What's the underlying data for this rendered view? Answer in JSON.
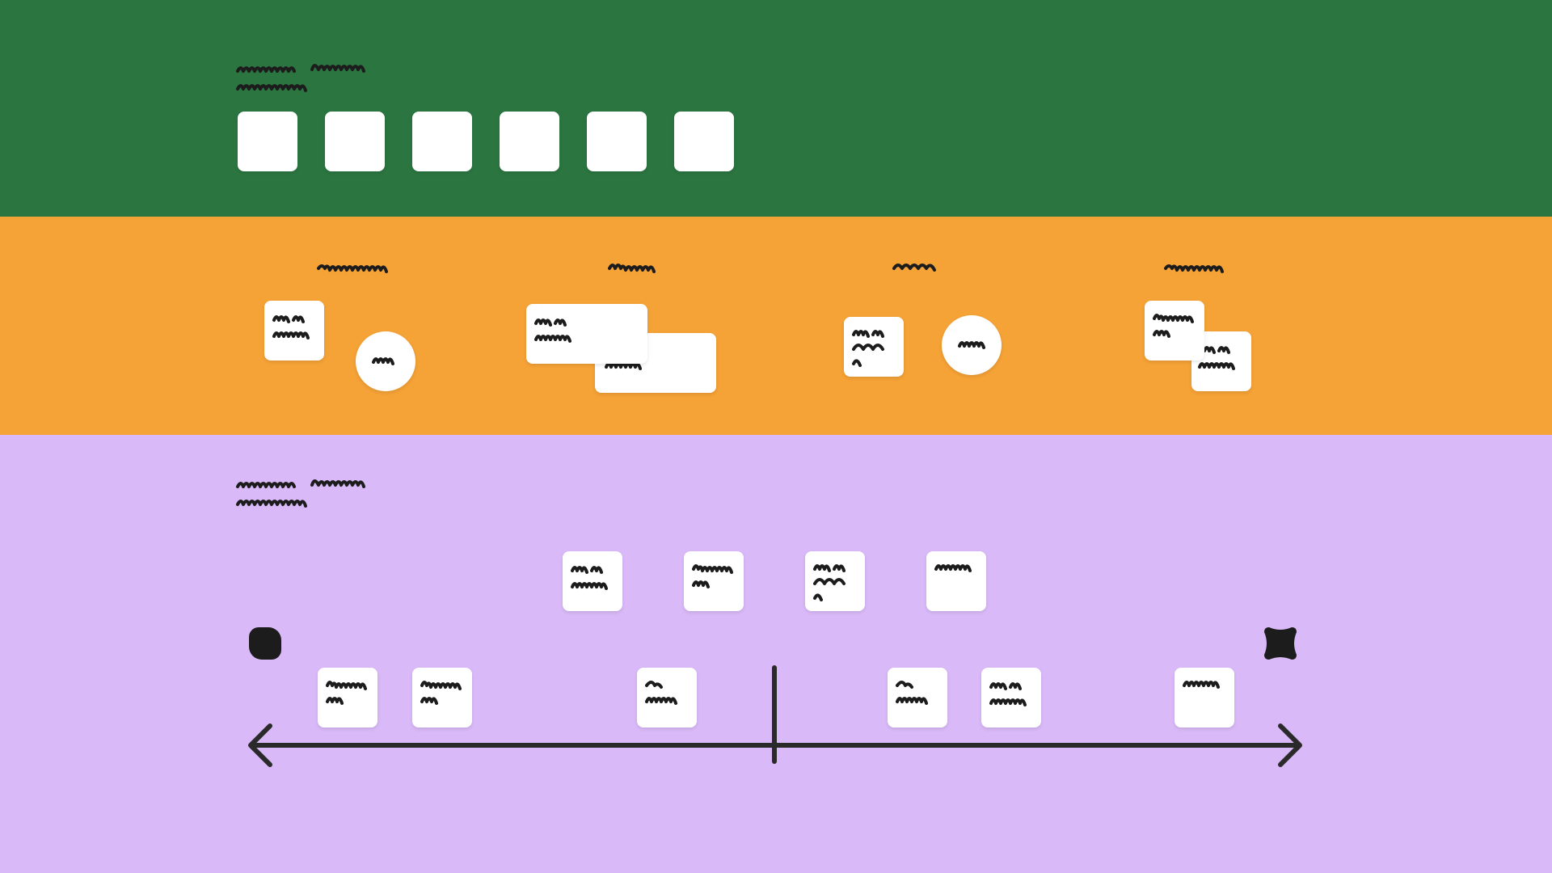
{
  "colors": {
    "band_top": "#2B7540",
    "band_middle": "#F5A236",
    "band_bottom": "#D9B9F7",
    "card": "#FFFFFF",
    "ink": "#1C1C1C"
  },
  "top_section": {
    "empty_card_count": 6
  },
  "middle_section": {
    "group_count": 4
  },
  "bottom_section": {
    "upper_row_card_count": 4,
    "lower_row_card_count": 6,
    "axis": {
      "direction": "bidirectional",
      "center_marker": true,
      "left_end_marker": "rounded-square-icon",
      "right_end_marker": "cross-shaped-icon"
    }
  }
}
